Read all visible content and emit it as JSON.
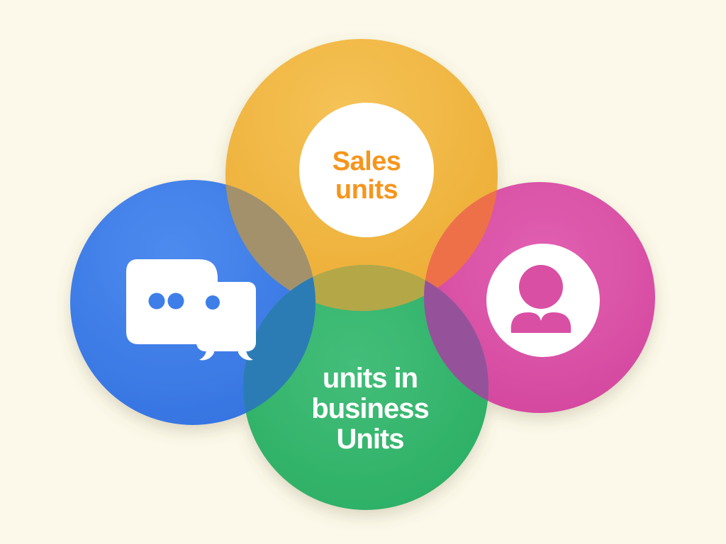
{
  "page": {
    "background": "#FCF9EA"
  },
  "diagram": {
    "type": "venn-overlap-circles",
    "sales": {
      "label": [
        "Sales",
        "units"
      ],
      "circle_color": "#F1B640",
      "badge_color": "#FFFFFF",
      "text_color": "#F6951D"
    },
    "messages": {
      "icon": "chat-bubbles-icon",
      "circle_color": "#4080E9",
      "icon_color": "#FFFFFF",
      "dot_color": "#3D7EE8"
    },
    "people": {
      "icon": "person-icon",
      "circle_color": "#DC55A9",
      "badge_color": "#FFFFFF",
      "icon_color": "#D94FA4"
    },
    "business": {
      "label": [
        "units in",
        "business",
        "Units"
      ],
      "circle_color": "#33B46C",
      "text_color": "#FFFFFF"
    },
    "overlap_colors": {
      "blue_yellow": "#A3916B",
      "yellow_pink": "#EE7049",
      "yellow_green": "#B3A748",
      "blue_green": "#2B7CB4",
      "pink_green": "#96519B"
    }
  }
}
